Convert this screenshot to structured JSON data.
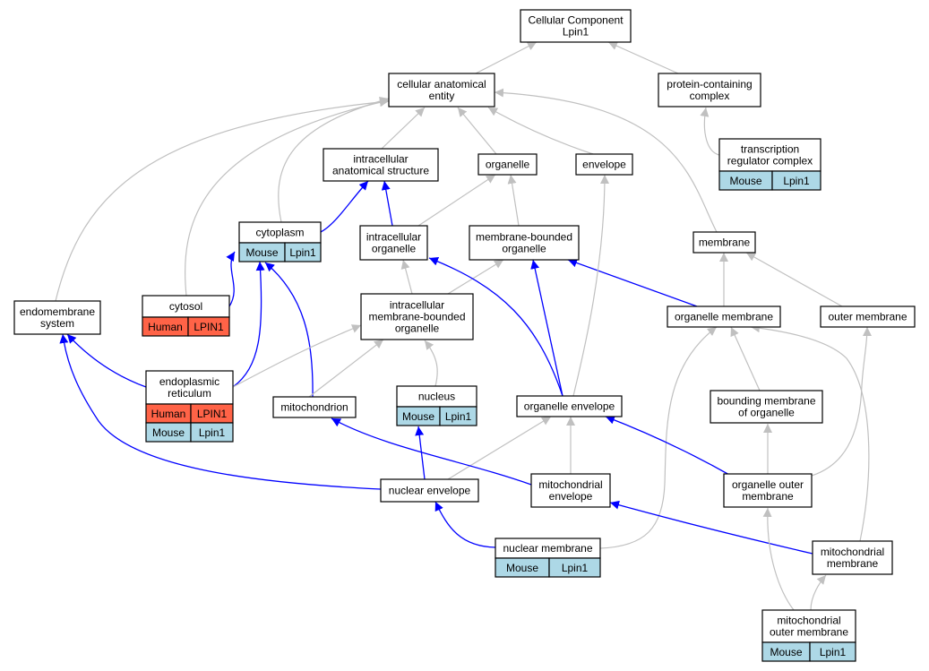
{
  "colors": {
    "node_fill": "#ffffff",
    "border": "#000000",
    "gray_edge": "#c0c0c0",
    "blue_edge": "#0000ff",
    "mouse": "#add8e6",
    "human": "#ff6347"
  },
  "nodes": [
    {
      "id": "root",
      "label": [
        "Cellular Component",
        "Lpin1"
      ],
      "annotations": []
    },
    {
      "id": "cae",
      "label": [
        "cellular anatomical",
        "entity"
      ],
      "annotations": []
    },
    {
      "id": "pcc",
      "label": [
        "protein-containing",
        "complex"
      ],
      "annotations": []
    },
    {
      "id": "trc",
      "label": [
        "transcription",
        "regulator complex"
      ],
      "annotations": [
        [
          {
            "species": "Mouse",
            "gene": "Lpin1"
          }
        ]
      ]
    },
    {
      "id": "ias",
      "label": [
        "intracellular",
        "anatomical structure"
      ],
      "annotations": []
    },
    {
      "id": "organelle",
      "label": [
        "organelle"
      ],
      "annotations": []
    },
    {
      "id": "envelope",
      "label": [
        "envelope"
      ],
      "annotations": []
    },
    {
      "id": "cytoplasm",
      "label": [
        "cytoplasm"
      ],
      "annotations": [
        [
          {
            "species": "Mouse",
            "gene": "Lpin1"
          }
        ]
      ]
    },
    {
      "id": "io",
      "label": [
        "intracellular",
        "organelle"
      ],
      "annotations": []
    },
    {
      "id": "mbo",
      "label": [
        "membrane-bounded",
        "organelle"
      ],
      "annotations": []
    },
    {
      "id": "membrane",
      "label": [
        "membrane"
      ],
      "annotations": []
    },
    {
      "id": "cytosol",
      "label": [
        "cytosol"
      ],
      "annotations": [
        [
          {
            "species": "Human",
            "gene": "LPIN1"
          }
        ]
      ]
    },
    {
      "id": "ems",
      "label": [
        "endomembrane",
        "system"
      ],
      "annotations": []
    },
    {
      "id": "imbo",
      "label": [
        "intracellular",
        "membrane-bounded",
        "organelle"
      ],
      "annotations": []
    },
    {
      "id": "om",
      "label": [
        "organelle membrane"
      ],
      "annotations": []
    },
    {
      "id": "outm",
      "label": [
        "outer membrane"
      ],
      "annotations": []
    },
    {
      "id": "er",
      "label": [
        "endoplasmic",
        "reticulum"
      ],
      "annotations": [
        [
          {
            "species": "Human",
            "gene": "LPIN1"
          }
        ],
        [
          {
            "species": "Mouse",
            "gene": "Lpin1"
          }
        ]
      ]
    },
    {
      "id": "mito",
      "label": [
        "mitochondrion"
      ],
      "annotations": []
    },
    {
      "id": "nucleus",
      "label": [
        "nucleus"
      ],
      "annotations": [
        [
          {
            "species": "Mouse",
            "gene": "Lpin1"
          }
        ]
      ]
    },
    {
      "id": "oe",
      "label": [
        "organelle envelope"
      ],
      "annotations": []
    },
    {
      "id": "bmo",
      "label": [
        "bounding membrane",
        "of organelle"
      ],
      "annotations": []
    },
    {
      "id": "ne",
      "label": [
        "nuclear envelope"
      ],
      "annotations": []
    },
    {
      "id": "me",
      "label": [
        "mitochondrial",
        "envelope"
      ],
      "annotations": []
    },
    {
      "id": "oom",
      "label": [
        "organelle outer",
        "membrane"
      ],
      "annotations": []
    },
    {
      "id": "nm",
      "label": [
        "nuclear membrane"
      ],
      "annotations": [
        [
          {
            "species": "Mouse",
            "gene": "Lpin1"
          }
        ]
      ]
    },
    {
      "id": "mm",
      "label": [
        "mitochondrial",
        "membrane"
      ],
      "annotations": []
    },
    {
      "id": "mom",
      "label": [
        "mitochondrial",
        "outer membrane"
      ],
      "annotations": [
        [
          {
            "species": "Mouse",
            "gene": "Lpin1"
          }
        ]
      ]
    }
  ],
  "edges": [
    {
      "from": "cae",
      "to": "root",
      "type": "is_a"
    },
    {
      "from": "pcc",
      "to": "root",
      "type": "is_a"
    },
    {
      "from": "trc",
      "to": "pcc",
      "type": "is_a"
    },
    {
      "from": "ias",
      "to": "cae",
      "type": "is_a"
    },
    {
      "from": "organelle",
      "to": "cae",
      "type": "is_a"
    },
    {
      "from": "envelope",
      "to": "cae",
      "type": "is_a"
    },
    {
      "from": "membrane",
      "to": "cae",
      "type": "is_a"
    },
    {
      "from": "cytoplasm",
      "to": "cae",
      "type": "is_a"
    },
    {
      "from": "cytosol",
      "to": "cae",
      "type": "is_a"
    },
    {
      "from": "ems",
      "to": "cae",
      "type": "is_a"
    },
    {
      "from": "cytoplasm",
      "to": "ias",
      "type": "part_of"
    },
    {
      "from": "io",
      "to": "ias",
      "type": "part_of"
    },
    {
      "from": "io",
      "to": "organelle",
      "type": "is_a"
    },
    {
      "from": "mbo",
      "to": "organelle",
      "type": "is_a"
    },
    {
      "from": "cytosol",
      "to": "cytoplasm",
      "type": "part_of"
    },
    {
      "from": "er",
      "to": "cytoplasm",
      "type": "part_of"
    },
    {
      "from": "mito",
      "to": "cytoplasm",
      "type": "part_of"
    },
    {
      "from": "imbo",
      "to": "io",
      "type": "is_a"
    },
    {
      "from": "imbo",
      "to": "mbo",
      "type": "is_a"
    },
    {
      "from": "oe",
      "to": "io",
      "type": "part_of"
    },
    {
      "from": "oe",
      "to": "mbo",
      "type": "part_of"
    },
    {
      "from": "om",
      "to": "mbo",
      "type": "part_of"
    },
    {
      "from": "om",
      "to": "membrane",
      "type": "is_a"
    },
    {
      "from": "outm",
      "to": "membrane",
      "type": "is_a"
    },
    {
      "from": "oe",
      "to": "envelope",
      "type": "is_a"
    },
    {
      "from": "er",
      "to": "ems",
      "type": "part_of"
    },
    {
      "from": "ne",
      "to": "ems",
      "type": "part_of"
    },
    {
      "from": "er",
      "to": "imbo",
      "type": "is_a"
    },
    {
      "from": "mito",
      "to": "imbo",
      "type": "is_a"
    },
    {
      "from": "nucleus",
      "to": "imbo",
      "type": "is_a"
    },
    {
      "from": "bmo",
      "to": "om",
      "type": "is_a"
    },
    {
      "from": "nm",
      "to": "om",
      "type": "is_a"
    },
    {
      "from": "mm",
      "to": "om",
      "type": "is_a"
    },
    {
      "from": "oom",
      "to": "outm",
      "type": "is_a"
    },
    {
      "from": "ne",
      "to": "nucleus",
      "type": "part_of"
    },
    {
      "from": "ne",
      "to": "oe",
      "type": "is_a"
    },
    {
      "from": "me",
      "to": "oe",
      "type": "is_a"
    },
    {
      "from": "oom",
      "to": "oe",
      "type": "part_of"
    },
    {
      "from": "oom",
      "to": "bmo",
      "type": "is_a"
    },
    {
      "from": "me",
      "to": "mito",
      "type": "part_of"
    },
    {
      "from": "nm",
      "to": "ne",
      "type": "part_of"
    },
    {
      "from": "mm",
      "to": "me",
      "type": "part_of"
    },
    {
      "from": "mom",
      "to": "oom",
      "type": "is_a"
    },
    {
      "from": "mom",
      "to": "mm",
      "type": "is_a"
    }
  ]
}
